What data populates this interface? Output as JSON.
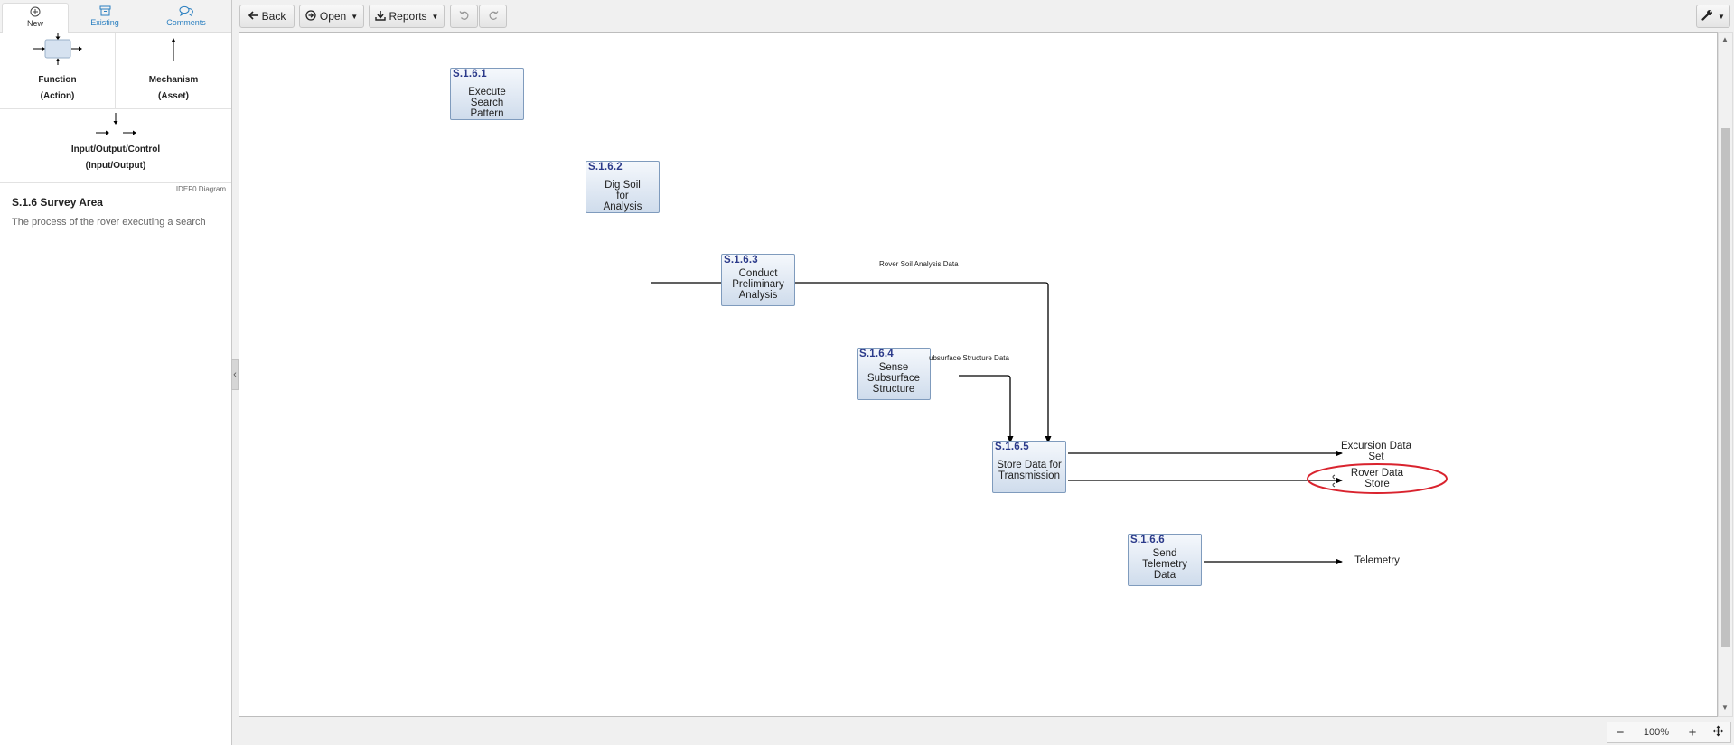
{
  "sidebar": {
    "tabs": [
      {
        "label": "New",
        "icon": "plus-circle-icon"
      },
      {
        "label": "Existing",
        "icon": "archive-icon"
      },
      {
        "label": "Comments",
        "icon": "comments-icon"
      }
    ],
    "palette": {
      "function": {
        "label": "Function",
        "sub": "(Action)"
      },
      "mechanism": {
        "label": "Mechanism",
        "sub": "(Asset)"
      },
      "io": {
        "label": "Input/Output/Control",
        "sub": "(Input/Output)"
      }
    },
    "diagram_type": "IDEF0 Diagram",
    "diagram_title": "S.1.6 Survey Area",
    "diagram_description": "The process of the rover executing a search"
  },
  "toolbar": {
    "back": "Back",
    "open": "Open",
    "reports": "Reports"
  },
  "diagram": {
    "nodes": [
      {
        "id": "S.1.6.1",
        "label": "Execute Search Pattern"
      },
      {
        "id": "S.1.6.2",
        "label": "Dig Soil for Analysis"
      },
      {
        "id": "S.1.6.3",
        "label": "Conduct Preliminary Analysis"
      },
      {
        "id": "S.1.6.4",
        "label": "Sense Subsurface Structure"
      },
      {
        "id": "S.1.6.5",
        "label": "Store Data for Transmission"
      },
      {
        "id": "S.1.6.6",
        "label": "Send Telemetry Data"
      }
    ],
    "edge_labels": {
      "soil": "Rover Soil Analysis Data",
      "subsurface": "ubsurface Structure Data"
    },
    "outputs": {
      "excursion": "Excursion Data Set",
      "rover_store": "Rover Data Store",
      "telemetry": "Telemetry"
    },
    "highlight_color": "#d9232e"
  },
  "zoom": {
    "minus": "−",
    "value": "100%",
    "plus": "+"
  }
}
